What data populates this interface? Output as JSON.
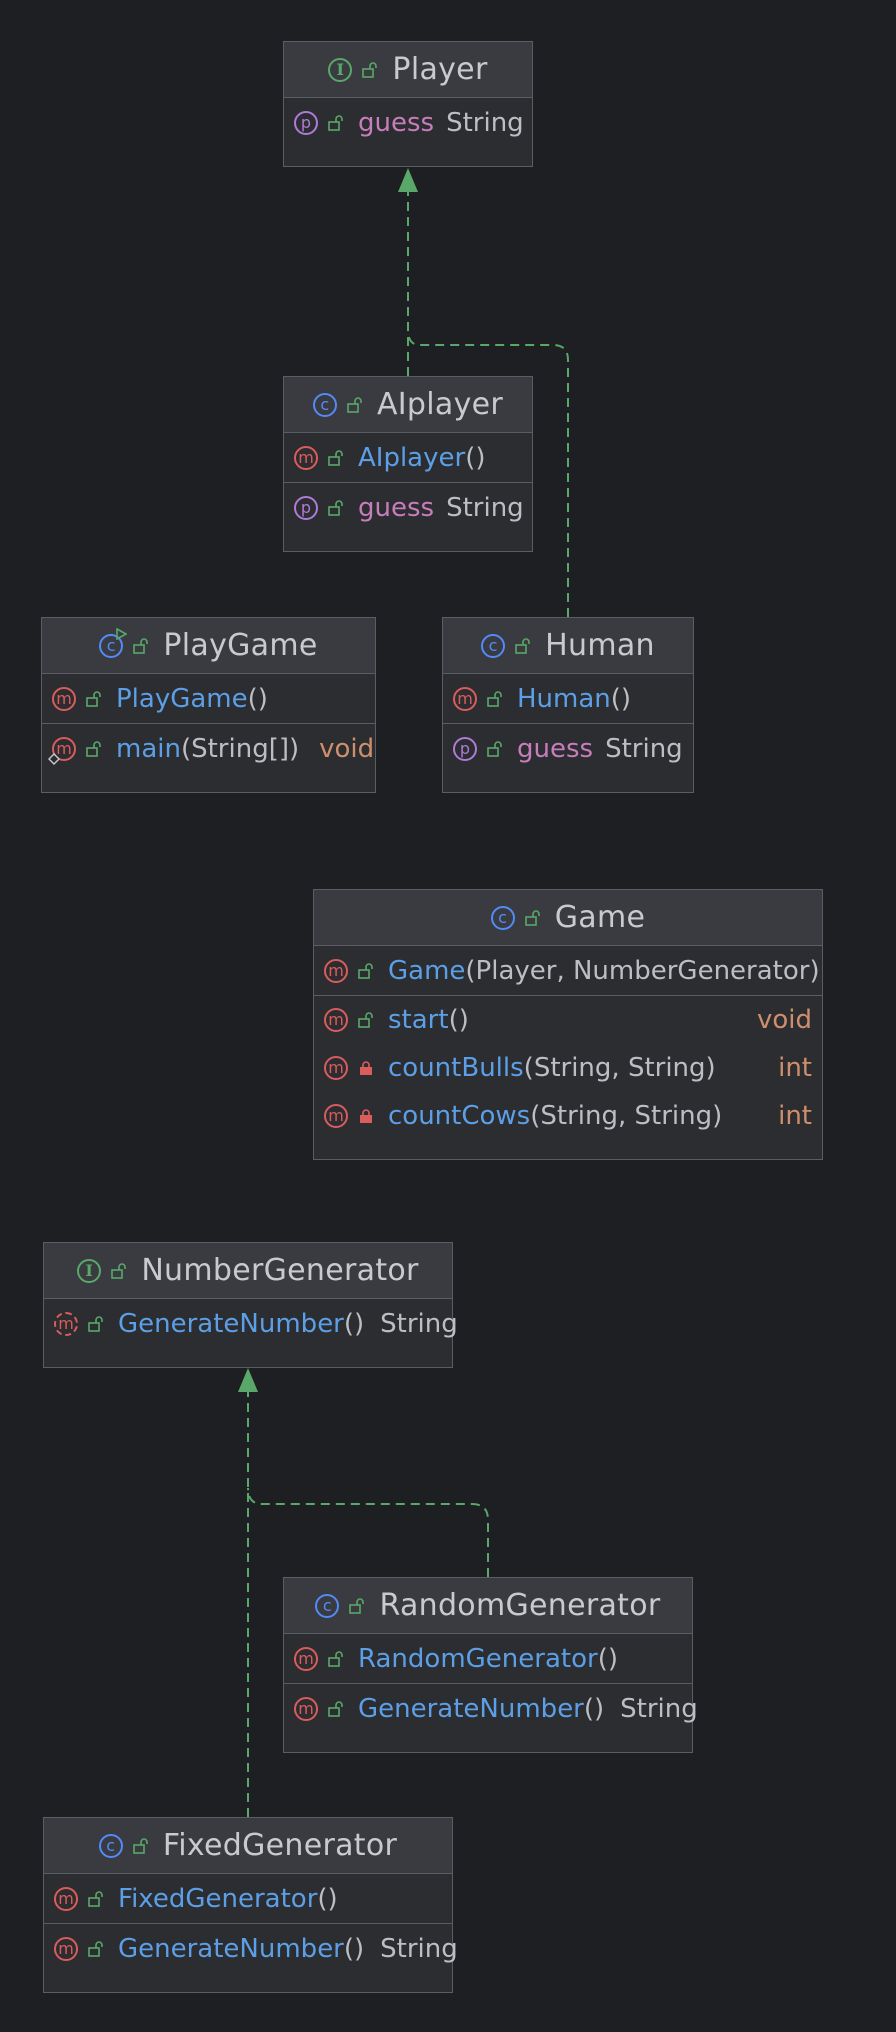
{
  "colors": {
    "background": "#1e1f22",
    "box_fill": "#2b2d30",
    "header_fill": "#393b40",
    "edge": "#59a869",
    "method_name": "#5c9fe6",
    "property_name": "#c77dbb",
    "return_type": "#cf8e6d"
  },
  "edges": [
    {
      "from": "AIplayer",
      "to": "Player",
      "kind": "realization"
    },
    {
      "from": "Human",
      "to": "Player",
      "kind": "realization"
    },
    {
      "from": "RandomGenerator",
      "to": "NumberGenerator",
      "kind": "realization"
    },
    {
      "from": "FixedGenerator",
      "to": "NumberGenerator",
      "kind": "realization"
    }
  ],
  "player": {
    "kind_icon": "interface-icon",
    "title": "Player",
    "members": [
      {
        "icon": "property-icon",
        "name": "guess",
        "type": "String"
      }
    ]
  },
  "aiplayer": {
    "kind_icon": "class-icon",
    "title": "AIplayer",
    "ctor": {
      "name": "AIplayer",
      "args": "()"
    },
    "prop": {
      "name": "guess",
      "type": "String"
    }
  },
  "playgame": {
    "kind_icon": "runnable-class-icon",
    "title": "PlayGame",
    "ctor": {
      "name": "PlayGame",
      "args": "()"
    },
    "main": {
      "name": "main",
      "args": "(String[])",
      "ret": "void"
    }
  },
  "human": {
    "kind_icon": "class-icon",
    "title": "Human",
    "ctor": {
      "name": "Human",
      "args": "()"
    },
    "prop": {
      "name": "guess",
      "type": "String"
    }
  },
  "game": {
    "kind_icon": "class-icon",
    "title": "Game",
    "ctor": {
      "name": "Game",
      "args": "(Player, NumberGenerator)"
    },
    "start": {
      "name": "start",
      "args": "()",
      "ret": "void"
    },
    "bulls": {
      "name": "countBulls",
      "args": "(String, String)",
      "ret": "int"
    },
    "cows": {
      "name": "countCows",
      "args": "(String, String)",
      "ret": "int"
    }
  },
  "numgen": {
    "kind_icon": "interface-icon",
    "title": "NumberGenerator",
    "method": {
      "name": "GenerateNumber",
      "args": "()",
      "ret": "String"
    }
  },
  "randgen": {
    "kind_icon": "class-icon",
    "title": "RandomGenerator",
    "ctor": {
      "name": "RandomGenerator",
      "args": "()"
    },
    "method": {
      "name": "GenerateNumber",
      "args": "()",
      "ret": "String"
    }
  },
  "fixedgen": {
    "kind_icon": "class-icon",
    "title": "FixedGenerator",
    "ctor": {
      "name": "FixedGenerator",
      "args": "()"
    },
    "method": {
      "name": "GenerateNumber",
      "args": "()",
      "ret": "String"
    }
  }
}
